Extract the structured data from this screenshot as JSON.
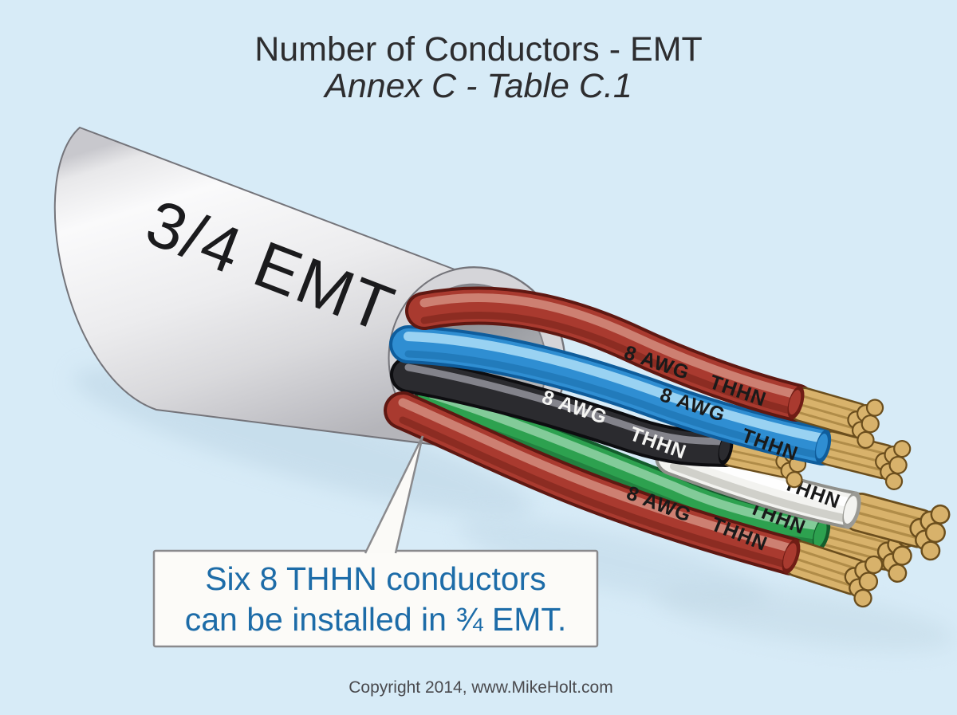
{
  "header": {
    "title": "Number of Conductors - EMT",
    "subtitle": "Annex C - Table C.1"
  },
  "conduit": {
    "size_label": "3/4 EMT"
  },
  "wires": [
    {
      "name": "red-top",
      "color": "#a93a2f",
      "awg": "8 AWG",
      "type": "THHN",
      "label_color": "#1a1a1a"
    },
    {
      "name": "blue",
      "color": "#2f8ed2",
      "awg": "8 AWG",
      "type": "THHN",
      "label_color": "#1a1a1a"
    },
    {
      "name": "black",
      "color": "#2b2b2f",
      "awg": "8 AWG",
      "type": "THHN",
      "label_color": "#f4f4f2"
    },
    {
      "name": "white",
      "color": "#f3f3f0",
      "type": "THHN",
      "label_color": "#1a1a1a"
    },
    {
      "name": "green",
      "color": "#2da14f",
      "type": "THHN",
      "label_color": "#1a1a1a"
    },
    {
      "name": "red-bottom",
      "color": "#a93a2f",
      "awg": "8 AWG",
      "type": "THHN",
      "label_color": "#1a1a1a"
    }
  ],
  "callout": {
    "line1": "Six 8 THHN conductors",
    "line2": "can be installed in ¾ EMT."
  },
  "footer": {
    "copyright": "Copyright 2014, www.MikeHolt.com"
  },
  "colors": {
    "background": "#d7ebf7",
    "callout_text": "#1d6ca8",
    "copper": "#d8b26b",
    "conduit_gray": "#e9e9eb"
  }
}
